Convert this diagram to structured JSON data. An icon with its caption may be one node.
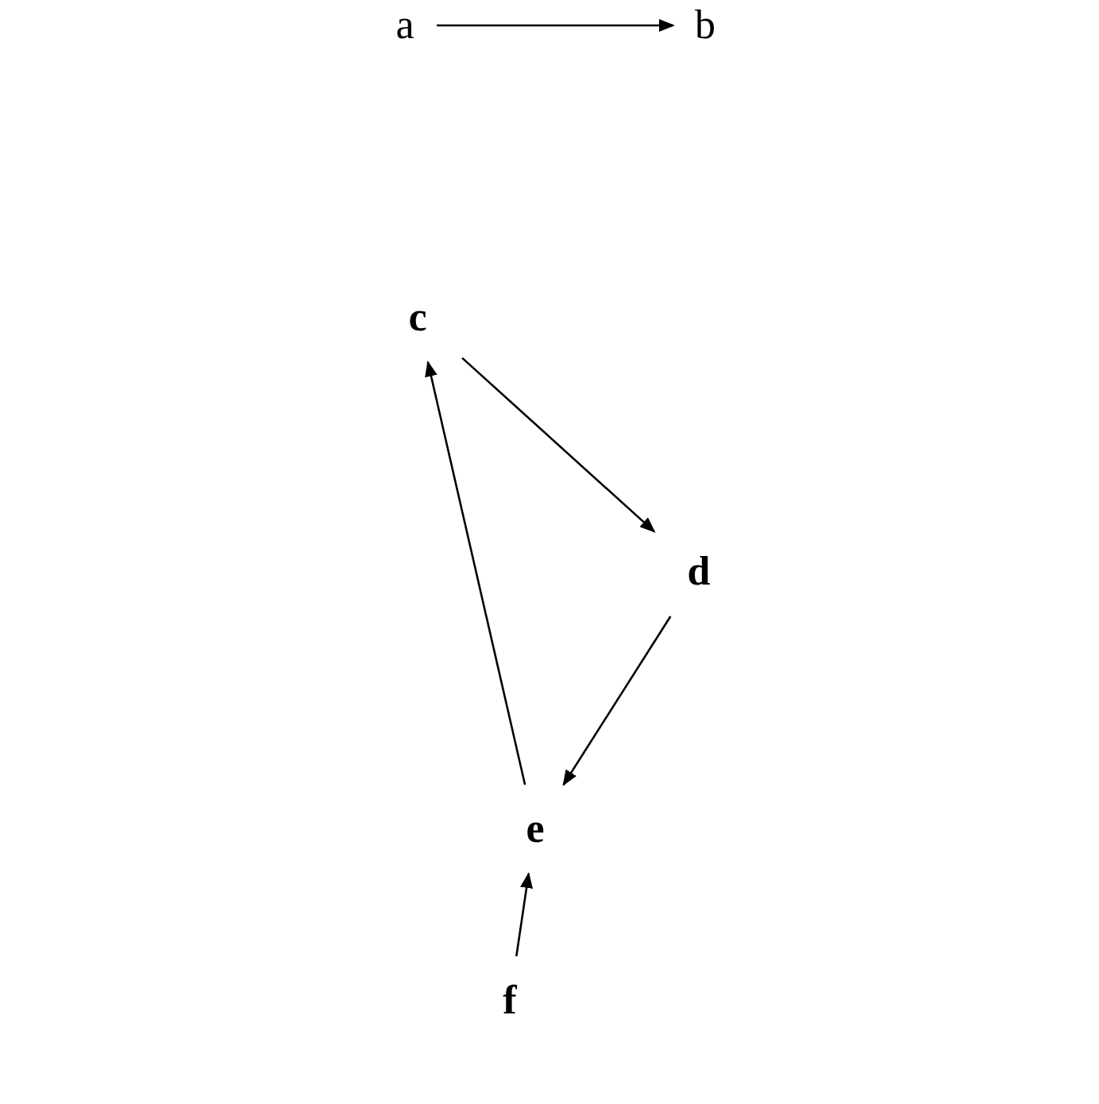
{
  "diagram": {
    "nodes": [
      {
        "text": [
          "a"
        ]
      },
      {
        "text": [
          "b"
        ]
      },
      {
        "text": [
          "c"
        ]
      },
      {
        "text": [
          "d"
        ]
      },
      {
        "text": [
          "e"
        ]
      },
      {
        "text": [
          "f"
        ]
      }
    ],
    "edges": [
      {
        "from": 0,
        "to": 1,
        "arrow": "to"
      },
      {
        "from": 2,
        "to": 3,
        "arrow": "to"
      },
      {
        "from": 3,
        "to": 4,
        "arrow": "to"
      },
      {
        "from": 4,
        "to": 2,
        "arrow": "to"
      },
      {
        "from": 5,
        "to": 4,
        "arrow": "to"
      }
    ]
  }
}
